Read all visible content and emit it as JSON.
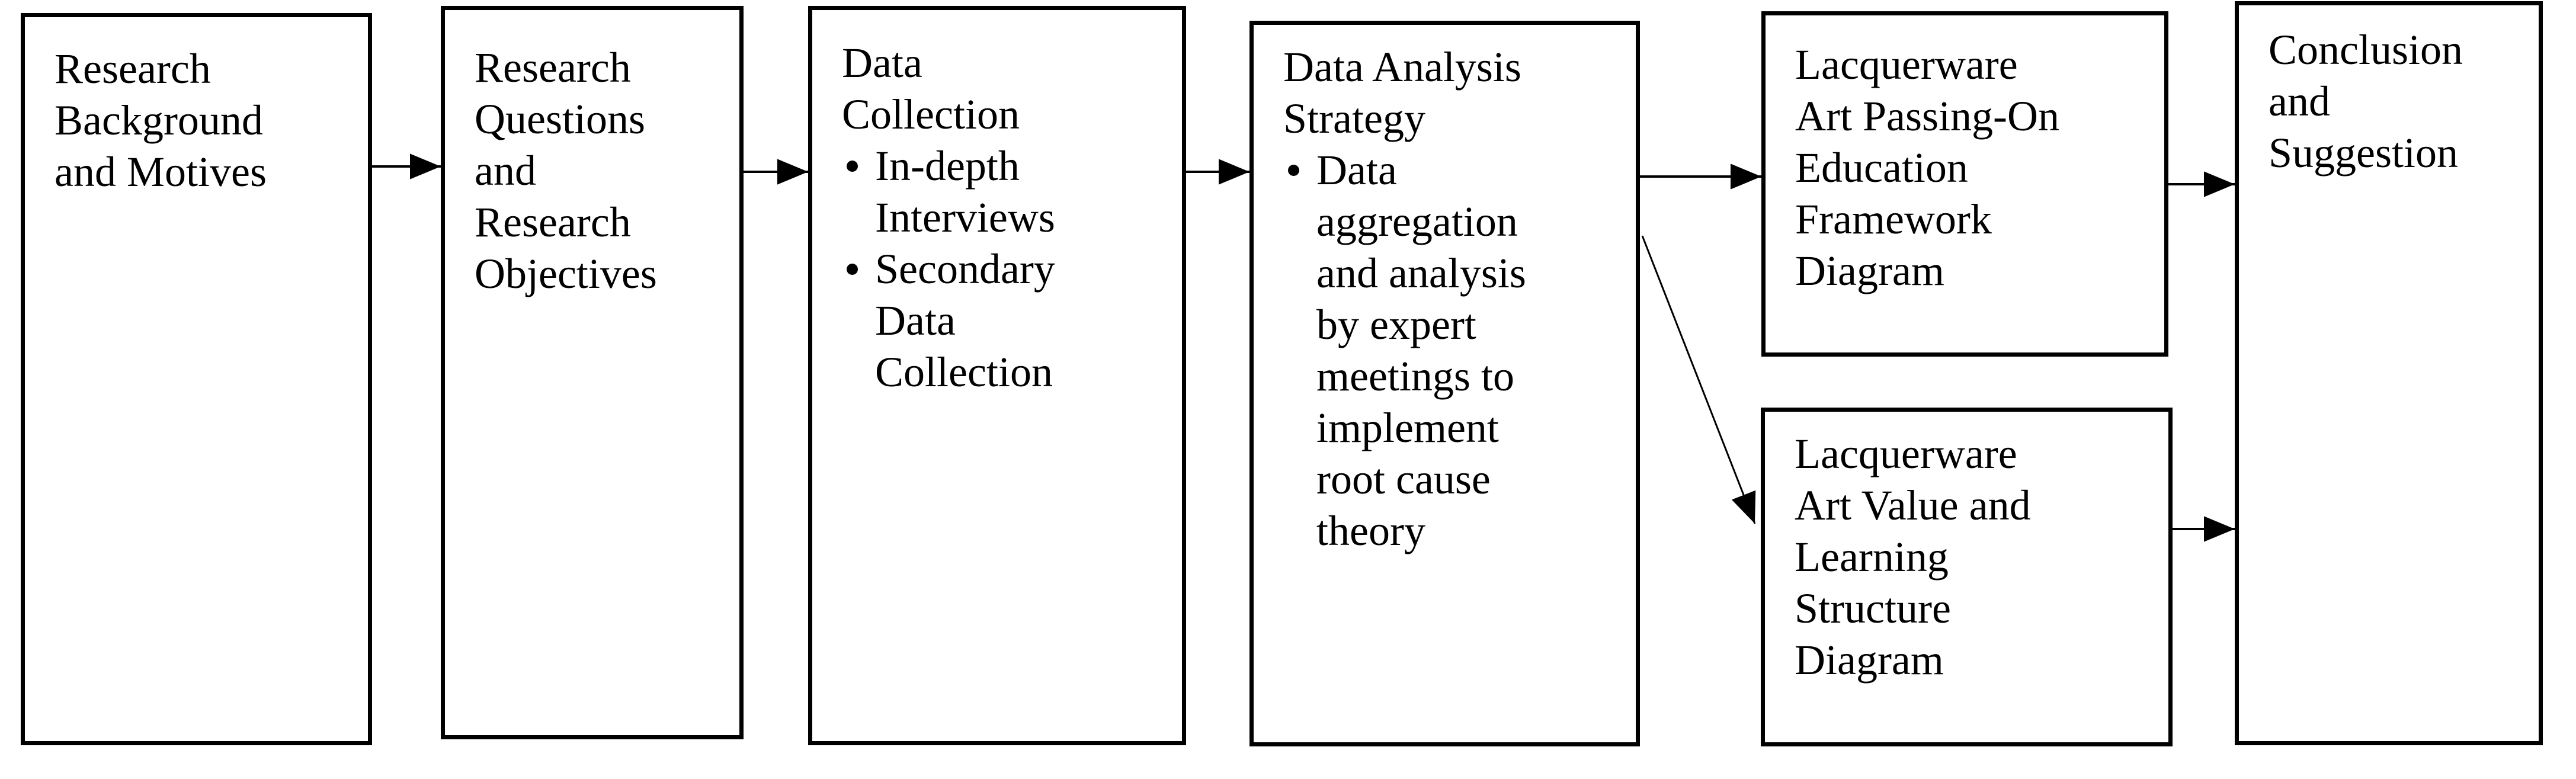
{
  "figure": {
    "background_color": "#ffffff",
    "line_color": "#000000",
    "description": "Research process flowchart"
  },
  "boxes": {
    "box1": {
      "lines": [
        "Research",
        "Background",
        "and Motives"
      ]
    },
    "box2": {
      "lines": [
        "Research",
        "Questions",
        "and",
        "Research",
        "Objectives"
      ]
    },
    "box3": {
      "title_lines": [
        "Data",
        "Collection"
      ],
      "bullets": [
        {
          "lines": [
            "In-depth",
            "Interviews"
          ]
        },
        {
          "lines": [
            "Secondary",
            "Data",
            "Collection"
          ]
        }
      ]
    },
    "box4": {
      "title_lines": [
        "Data Analysis",
        "Strategy"
      ],
      "bullets": [
        {
          "lines": [
            "Data",
            "aggregation",
            "and analysis",
            "by expert",
            "meetings to",
            "implement",
            "root cause",
            "theory"
          ]
        }
      ]
    },
    "box5": {
      "lines": [
        "Lacquerware",
        "Art Passing-On",
        "Education",
        "Framework",
        "Diagram"
      ]
    },
    "box6": {
      "lines": [
        "Lacquerware",
        "Art Value and",
        "Learning",
        "Structure",
        "Diagram"
      ]
    },
    "box7": {
      "lines": [
        "Conclusion",
        "and",
        "Suggestion"
      ]
    }
  },
  "arrows": [
    {
      "from": "Research Background and Motives",
      "to": "Research Questions and Research Objectives"
    },
    {
      "from": "Research Questions and Research Objectives",
      "to": "Data Collection"
    },
    {
      "from": "Data Collection",
      "to": "Data Analysis Strategy"
    },
    {
      "from": "Data Analysis Strategy",
      "to": "Lacquerware Art Passing-On Education Framework Diagram"
    },
    {
      "from": "Data Analysis Strategy",
      "to": "Lacquerware Art Value and Learning Structure Diagram"
    },
    {
      "from": "Lacquerware Art Passing-On Education Framework Diagram",
      "to": "Conclusion and Suggestion"
    },
    {
      "from": "Lacquerware Art Value and Learning Structure Diagram",
      "to": "Conclusion and Suggestion"
    }
  ]
}
